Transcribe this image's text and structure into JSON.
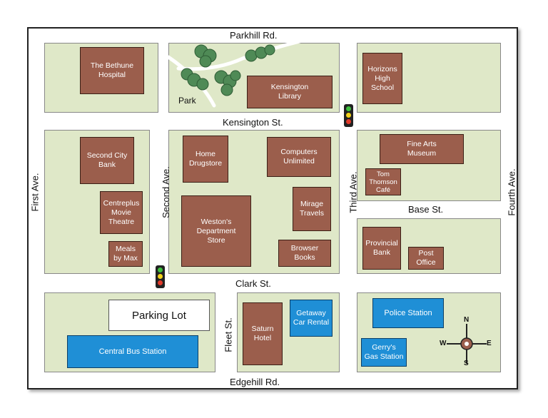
{
  "streets": {
    "parkhill": "Parkhill Rd.",
    "kensington": "Kensington St.",
    "base": "Base St.",
    "clark": "Clark St.",
    "edgehill": "Edgehill Rd.",
    "first": "First Ave.",
    "second": "Second Ave.",
    "third": "Third Ave.",
    "fourth": "Fourth Ave.",
    "fleet": "Fleet St."
  },
  "places": {
    "bethune": "The Bethune\nHospital",
    "park": "Park",
    "library": "Kensington\nLibrary",
    "horizons": "Horizons\nHigh\nSchool",
    "second_city_bank": "Second City\nBank",
    "home_drugstore": "Home\nDrugstore",
    "computers": "Computers\nUnlimited",
    "fine_arts": "Fine Arts\nMuseum",
    "tom_thomson": "Tom\nThomson\nCafé",
    "centreplus": "Centreplus\nMovie\nTheatre",
    "westons": "Weston's\nDepartment\nStore",
    "mirage": "Mirage\nTravels",
    "provincial_bank": "Provincial\nBank",
    "post_office": "Post\nOffice",
    "meals": "Meals\nby Max",
    "browser_books": "Browser\nBooks",
    "parking_lot": "Parking Lot",
    "central_bus": "Central Bus Station",
    "saturn": "Saturn\nHotel",
    "getaway": "Getaway\nCar Rental",
    "police": "Police Station",
    "gerrys": "Gerry's\nGas Station"
  },
  "compass": {
    "n": "N",
    "s": "S",
    "e": "E",
    "w": "W"
  },
  "colors": {
    "block": "#dfe8c8",
    "building": "#9b5e4c",
    "highlight": "#1f8fd6",
    "tree": "#4f8a56"
  }
}
